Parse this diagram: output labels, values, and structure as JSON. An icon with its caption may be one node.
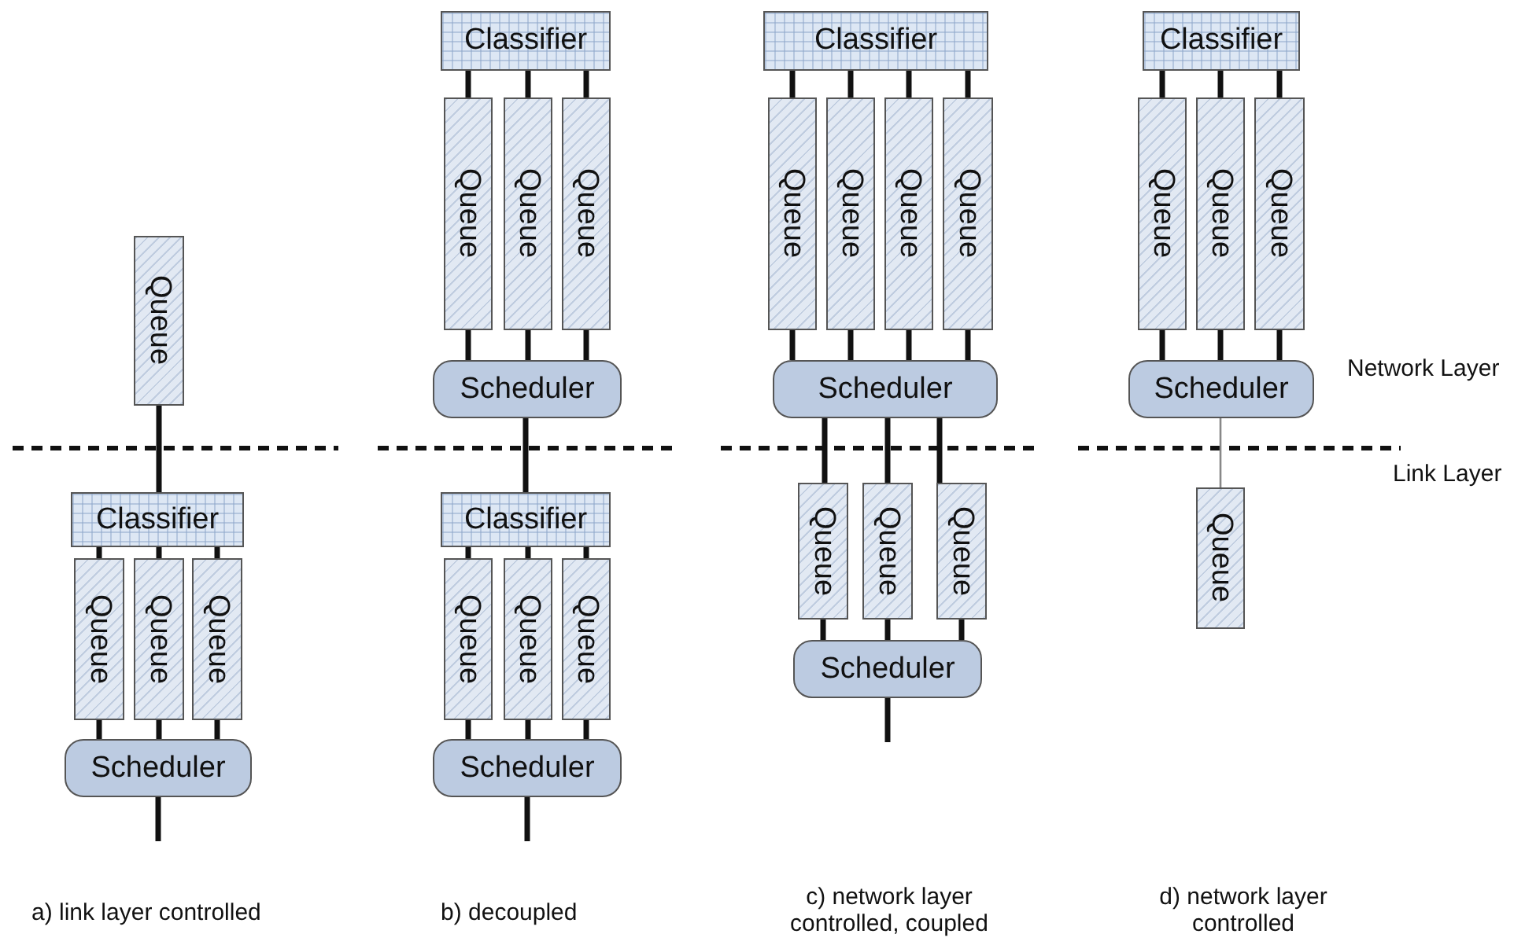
{
  "diagram": {
    "nodes": [
      {
        "text": [
          "Queue"
        ]
      },
      {
        "text": [
          "Classifier"
        ]
      },
      {
        "text": [
          "Queue"
        ]
      },
      {
        "text": [
          "Queue"
        ]
      },
      {
        "text": [
          "Queue"
        ]
      },
      {
        "text": [
          "Scheduler"
        ]
      },
      {
        "text": [
          "Classifier"
        ]
      },
      {
        "text": [
          "Queue"
        ]
      },
      {
        "text": [
          "Queue"
        ]
      },
      {
        "text": [
          "Queue"
        ]
      },
      {
        "text": [
          "Scheduler"
        ]
      },
      {
        "text": [
          "Classifier"
        ]
      },
      {
        "text": [
          "Queue"
        ]
      },
      {
        "text": [
          "Queue"
        ]
      },
      {
        "text": [
          "Queue"
        ]
      },
      {
        "text": [
          "Scheduler"
        ]
      },
      {
        "text": [
          "Classifier"
        ]
      },
      {
        "text": [
          "Queue"
        ]
      },
      {
        "text": [
          "Queue"
        ]
      },
      {
        "text": [
          "Queue"
        ]
      },
      {
        "text": [
          "Queue"
        ]
      },
      {
        "text": [
          "Scheduler"
        ]
      },
      {
        "text": [
          "Queue"
        ]
      },
      {
        "text": [
          "Queue"
        ]
      },
      {
        "text": [
          "Queue"
        ]
      },
      {
        "text": [
          "Scheduler"
        ]
      },
      {
        "text": [
          "Classifier"
        ]
      },
      {
        "text": [
          "Queue"
        ]
      },
      {
        "text": [
          "Queue"
        ]
      },
      {
        "text": [
          "Queue"
        ]
      },
      {
        "text": [
          "Scheduler"
        ]
      },
      {
        "text": [
          "Queue"
        ]
      }
    ],
    "edges": [
      {
        "from": 0,
        "to": 1,
        "arrow": "none"
      },
      {
        "from": 1,
        "to": 2,
        "arrow": "none"
      },
      {
        "from": 1,
        "to": 3,
        "arrow": "none"
      },
      {
        "from": 1,
        "to": 4,
        "arrow": "none"
      },
      {
        "from": 2,
        "to": 5,
        "arrow": "none"
      },
      {
        "from": 3,
        "to": 5,
        "arrow": "none"
      },
      {
        "from": 4,
        "to": 5,
        "arrow": "none"
      },
      {
        "from": 5,
        "to": null,
        "arrow": "none"
      },
      {
        "from": 6,
        "to": 7,
        "arrow": "none"
      },
      {
        "from": 6,
        "to": 8,
        "arrow": "none"
      },
      {
        "from": 6,
        "to": 9,
        "arrow": "none"
      },
      {
        "from": 7,
        "to": 10,
        "arrow": "none"
      },
      {
        "from": 8,
        "to": 10,
        "arrow": "none"
      },
      {
        "from": 9,
        "to": 10,
        "arrow": "none"
      },
      {
        "from": 10,
        "to": 11,
        "arrow": "none"
      },
      {
        "from": 11,
        "to": 12,
        "arrow": "none"
      },
      {
        "from": 11,
        "to": 13,
        "arrow": "none"
      },
      {
        "from": 11,
        "to": 14,
        "arrow": "none"
      },
      {
        "from": 12,
        "to": 15,
        "arrow": "none"
      },
      {
        "from": 13,
        "to": 15,
        "arrow": "none"
      },
      {
        "from": 14,
        "to": 15,
        "arrow": "none"
      },
      {
        "from": 15,
        "to": null,
        "arrow": "none"
      },
      {
        "from": 16,
        "to": 17,
        "arrow": "none"
      },
      {
        "from": 16,
        "to": 18,
        "arrow": "none"
      },
      {
        "from": 16,
        "to": 19,
        "arrow": "none"
      },
      {
        "from": 16,
        "to": 20,
        "arrow": "none"
      },
      {
        "from": 17,
        "to": 21,
        "arrow": "none"
      },
      {
        "from": 18,
        "to": 21,
        "arrow": "none"
      },
      {
        "from": 19,
        "to": 21,
        "arrow": "none"
      },
      {
        "from": 20,
        "to": 21,
        "arrow": "none"
      },
      {
        "from": 21,
        "to": 22,
        "arrow": "none"
      },
      {
        "from": 21,
        "to": 23,
        "arrow": "none"
      },
      {
        "from": 21,
        "to": 24,
        "arrow": "none"
      },
      {
        "from": 22,
        "to": 25,
        "arrow": "none"
      },
      {
        "from": 23,
        "to": 25,
        "arrow": "none"
      },
      {
        "from": 24,
        "to": 25,
        "arrow": "none"
      },
      {
        "from": 25,
        "to": null,
        "arrow": "none"
      },
      {
        "from": 26,
        "to": 27,
        "arrow": "none"
      },
      {
        "from": 26,
        "to": 28,
        "arrow": "none"
      },
      {
        "from": 26,
        "to": 29,
        "arrow": "none"
      },
      {
        "from": 27,
        "to": 30,
        "arrow": "none"
      },
      {
        "from": 28,
        "to": 30,
        "arrow": "none"
      },
      {
        "from": 29,
        "to": 30,
        "arrow": "none"
      },
      {
        "from": 30,
        "to": 31,
        "arrow": "none",
        "color": "#888888"
      }
    ],
    "labels": [
      "Network Layer",
      "Link Layer",
      "a) link layer controlled",
      "b) decoupled",
      "c) network layer controlled, coupled",
      "d) network layer controlled"
    ]
  }
}
